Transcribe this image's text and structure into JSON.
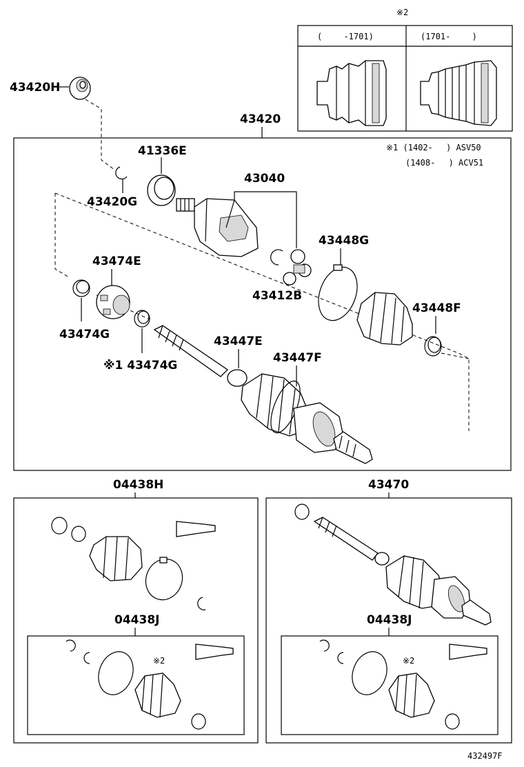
{
  "diagram": {
    "figure_id": "432497F",
    "note_mark_2": "※2",
    "variants": {
      "left": "(　　 -1701)",
      "right": "(1701-　　 )"
    },
    "notes": {
      "note1_line1": "※1 (1402-　 ) ASV50",
      "note1_line2": "(1408-　 ) ACV51"
    },
    "labels": {
      "p43420H": "43420H",
      "p43420": "43420",
      "p41336E": "41336E",
      "p43040": "43040",
      "p43420G": "43420G",
      "p43474E": "43474E",
      "p43448G": "43448G",
      "p43412B": "43412B",
      "p43448F": "43448F",
      "p43474G": "43474G",
      "p43474G_note": "※1 43474G",
      "p43447E": "43447E",
      "p43447F": "43447F",
      "p04438H": "04438H",
      "p43470": "43470",
      "p04438J_left": "04438J",
      "p04438J_right": "04438J",
      "mark2_left": "※2",
      "mark2_right": "※2"
    }
  }
}
